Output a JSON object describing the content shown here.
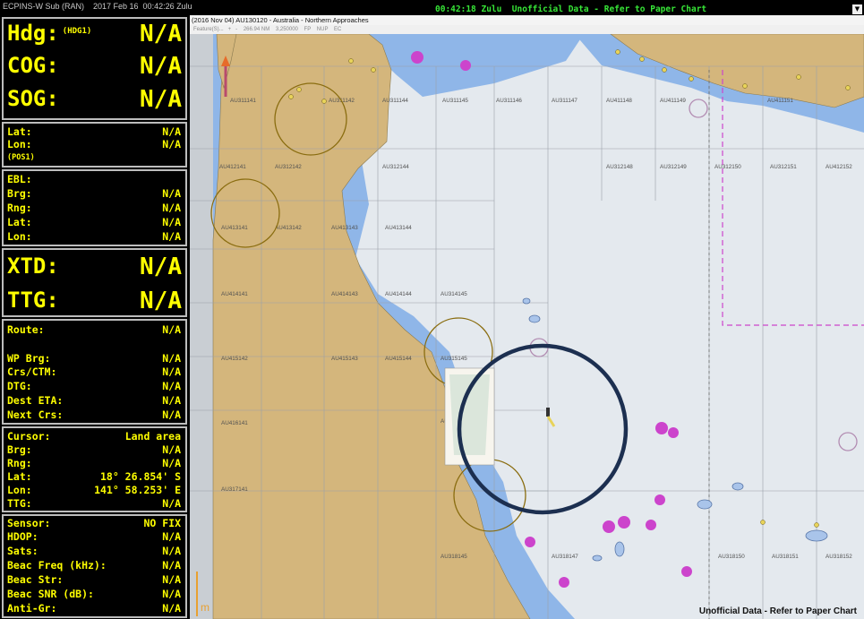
{
  "window": {
    "app_title": "ECPINS-W Sub (RAN)    2017 Feb 16  00:42:26 Zulu",
    "status_line": "00:42:18 Zulu  Unofficial Data - Refer to Paper Chart",
    "dropdown_icon": "chevron-down-icon"
  },
  "nav": {
    "hdg": {
      "label": "Hdg:",
      "source": "(HDG1)",
      "value": "N/A"
    },
    "cog": {
      "label": "COG:",
      "value": "N/A"
    },
    "sog": {
      "label": "SOG:",
      "value": "N/A"
    }
  },
  "position": {
    "lat_label": "Lat:",
    "lat_value": "N/A",
    "lon_label": "Lon:",
    "lon_value": "N/A",
    "source": "(POS1)"
  },
  "ebl": {
    "title": "EBL:",
    "brg_label": "Brg:",
    "brg_value": "N/A",
    "rng_label": "Rng:",
    "rng_value": "N/A",
    "lat_label": "Lat:",
    "lat_value": "N/A",
    "lon_label": "Lon:",
    "lon_value": "N/A"
  },
  "xtd": {
    "label": "XTD:",
    "value": "N/A"
  },
  "ttg": {
    "label": "TTG:",
    "value": "N/A"
  },
  "route": {
    "route_label": "Route:",
    "route_value": "N/A",
    "wp_brg_label": "WP Brg:",
    "wp_brg_value": "N/A",
    "crs_label": "Crs/CTM:",
    "crs_value": "N/A",
    "dtg_label": "DTG:",
    "dtg_value": "N/A",
    "eta_label": "Dest ETA:",
    "eta_value": "N/A",
    "next_label": "Next Crs:",
    "next_value": "N/A"
  },
  "cursor": {
    "label": "Cursor:",
    "value": "Land area",
    "brg_label": "Brg:",
    "brg_value": "N/A",
    "rng_label": "Rng:",
    "rng_value": "N/A",
    "lat_label": "Lat:",
    "lat_value": "18° 26.854' S",
    "lon_label": "Lon:",
    "lon_value": "141° 58.253' E",
    "ttg_label": "TTG:",
    "ttg_value": "N/A"
  },
  "sensor": {
    "sensor_label": "Sensor:",
    "sensor_value": "NO FIX",
    "hdop_label": "HDOP:",
    "hdop_value": "N/A",
    "sats_label": "Sats:",
    "sats_value": "N/A",
    "freq_label": "Beac Freq (kHz):",
    "freq_value": "N/A",
    "str_label": "Beac Str:",
    "str_value": "N/A",
    "snr_label": "Beac SNR (dB):",
    "snr_value": "N/A",
    "antigr_label": "Anti-Gr:",
    "antigr_value": "N/A"
  },
  "chart": {
    "title": "(2016 Nov 04) AU130120 - Australia - Northern Approaches",
    "toolbar": "Feature(S)...   +   -    266.94 NM    3,250000    FP    NUP    EC",
    "footer": "Unofficial Data - Refer to Paper Chart",
    "scale_letter": "m",
    "cells": [
      "AU311141",
      "AU311142",
      "AU311144",
      "AU311145",
      "AU311146",
      "AU311147",
      "AU411148",
      "AU411149",
      "AU411151",
      "AU412141",
      "AU312142",
      "AU312144",
      "AU312148",
      "AU312149",
      "AU312150",
      "AU312151",
      "AU412152",
      "AU413141",
      "AU413142",
      "AU413143",
      "AU413144",
      "AU414141",
      "AU414143",
      "AU414144",
      "AU314145",
      "AU415142",
      "AU415143",
      "AU415144",
      "AU315145",
      "AU316145",
      "AU416141",
      "AU317141",
      "AU318145",
      "AU318147",
      "AU318150",
      "AU318151",
      "AU318152"
    ],
    "colors": {
      "land": "#d4b67c",
      "shallow": "#8fb6e8",
      "deep": "#e4e9ee",
      "restricted": "#cc44cc",
      "highlight": "#1c2f50"
    }
  }
}
